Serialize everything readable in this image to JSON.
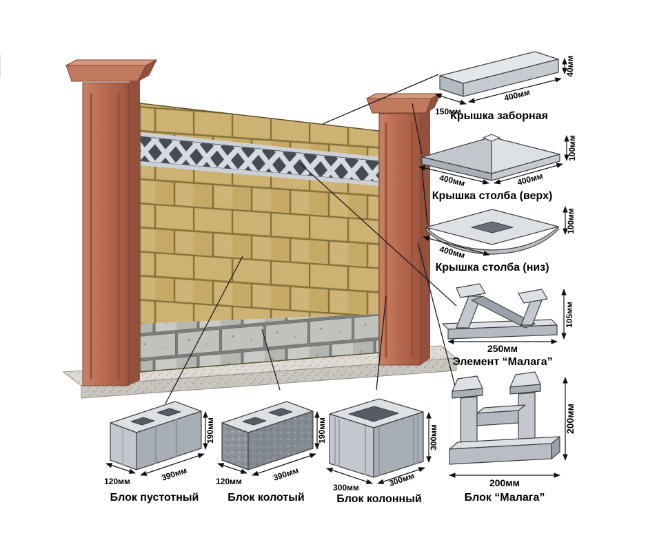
{
  "page": {
    "background": "#ffffff"
  },
  "fence": {
    "colors": {
      "pillar": "#b5674d",
      "pillar_dark": "#93503a",
      "pillar_light": "#d79a7e",
      "wall_brick": "#c9ad69",
      "brick_joint": "#83703c",
      "lattice_light": "#d7dbe1",
      "lattice_dark": "#454a53",
      "stone": "#c0c3bd",
      "foundation": "#dedad4",
      "component_gray": "#c3c8cf"
    }
  },
  "components": {
    "fence_cap": {
      "label": "Крышка заборная",
      "dim_width": "150мм",
      "dim_length": "400мм",
      "dim_height": "40мм"
    },
    "post_cap_top": {
      "label": "Крышка столба (верх)",
      "dim_width": "400мм",
      "dim_depth": "400мм",
      "dim_height": "100мм"
    },
    "post_cap_bottom": {
      "label": "Крышка столба (низ)",
      "dim_width": "400мм",
      "dim_height": "100мм"
    },
    "malaga_element": {
      "label": "Элемент “Малага”",
      "dim_width": "250мм",
      "dim_height": "105мм"
    },
    "malaga_block": {
      "label": "Блок “Малага”",
      "dim_width": "200мм",
      "dim_height": "200мм"
    },
    "hollow_block": {
      "label": "Блок пустотный",
      "dim_width": "120мм",
      "dim_length": "390мм",
      "dim_height": "190мм"
    },
    "split_block": {
      "label": "Блок колотый",
      "dim_width": "120мм",
      "dim_length": "390мм",
      "dim_height": "190мм"
    },
    "column_block": {
      "label": "Блок колонный",
      "dim_width": "300мм",
      "dim_length": "300мм",
      "dim_height": "300мм"
    }
  }
}
